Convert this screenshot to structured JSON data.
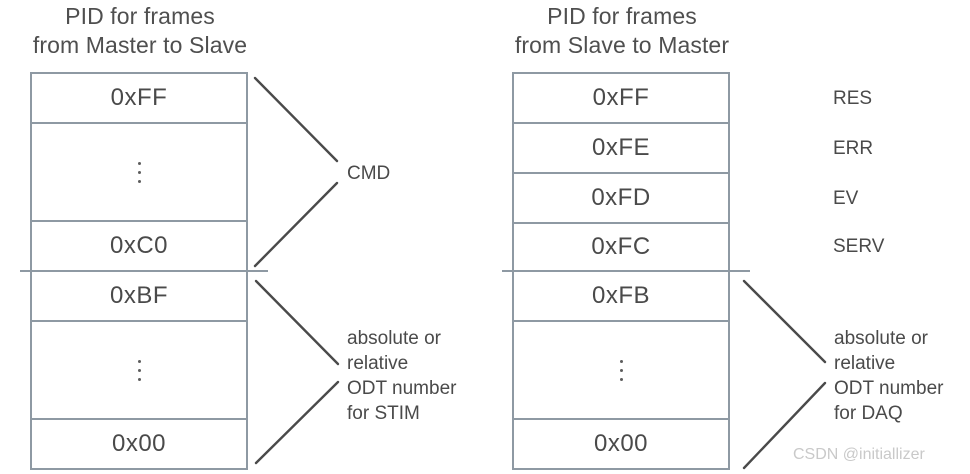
{
  "diagram": {
    "background": "#ffffff",
    "border_color": "#8e99a3",
    "text_color": "#4a4a4a"
  },
  "left_panel": {
    "title_line1": "PID for frames",
    "title_line2": "from Master to Slave",
    "rows": [
      {
        "label": "0xFF",
        "kind": "value"
      },
      {
        "label": "",
        "kind": "ellipsis"
      },
      {
        "label": "0xC0",
        "kind": "value"
      },
      {
        "label": "0xBF",
        "kind": "value"
      },
      {
        "label": "",
        "kind": "ellipsis"
      },
      {
        "label": "0x00",
        "kind": "value"
      }
    ],
    "annotations": [
      {
        "text": "CMD"
      },
      {
        "text": "absolute or\nrelative\nODT number\nfor STIM"
      }
    ]
  },
  "right_panel": {
    "title_line1": "PID for frames",
    "title_line2": "from Slave to Master",
    "rows": [
      {
        "label": "0xFF",
        "kind": "value"
      },
      {
        "label": "0xFE",
        "kind": "value"
      },
      {
        "label": "0xFD",
        "kind": "value"
      },
      {
        "label": "0xFC",
        "kind": "value"
      },
      {
        "label": "0xFB",
        "kind": "value"
      },
      {
        "label": "",
        "kind": "ellipsis"
      },
      {
        "label": "0x00",
        "kind": "value"
      }
    ],
    "row_labels": [
      {
        "text": "RES"
      },
      {
        "text": "ERR"
      },
      {
        "text": "EV"
      },
      {
        "text": "SERV"
      }
    ],
    "annotations": [
      {
        "text": "absolute or\nrelative\nODT number\nfor DAQ"
      }
    ]
  },
  "watermark": {
    "text": "CSDN @initiallizer"
  }
}
